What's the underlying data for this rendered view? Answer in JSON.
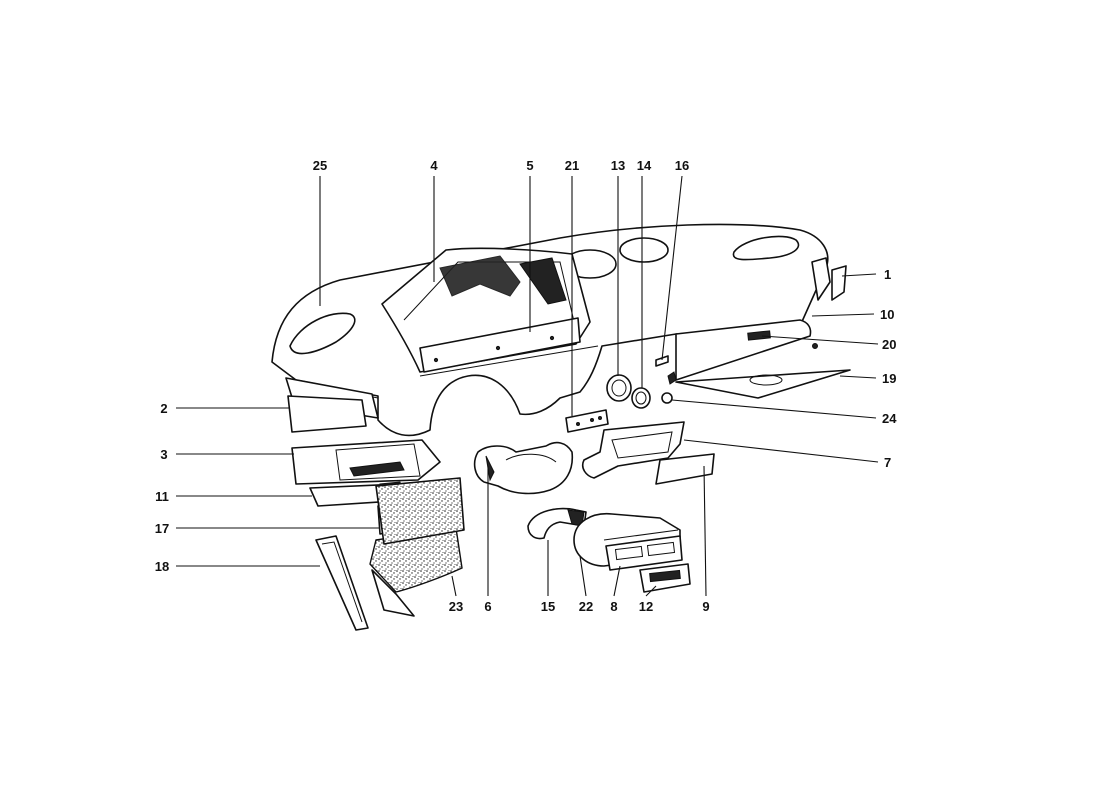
{
  "diagram": {
    "callouts": [
      {
        "id": "25",
        "text": "25"
      },
      {
        "id": "4",
        "text": "4"
      },
      {
        "id": "5",
        "text": "5"
      },
      {
        "id": "21",
        "text": "21"
      },
      {
        "id": "13",
        "text": "13"
      },
      {
        "id": "14",
        "text": "14"
      },
      {
        "id": "16",
        "text": "16"
      },
      {
        "id": "1",
        "text": "1"
      },
      {
        "id": "10",
        "text": "10"
      },
      {
        "id": "20",
        "text": "20"
      },
      {
        "id": "19",
        "text": "19"
      },
      {
        "id": "24",
        "text": "24"
      },
      {
        "id": "7",
        "text": "7"
      },
      {
        "id": "9",
        "text": "9"
      },
      {
        "id": "12",
        "text": "12"
      },
      {
        "id": "8",
        "text": "8"
      },
      {
        "id": "22",
        "text": "22"
      },
      {
        "id": "15",
        "text": "15"
      },
      {
        "id": "6",
        "text": "6"
      },
      {
        "id": "23",
        "text": "23"
      },
      {
        "id": "2",
        "text": "2"
      },
      {
        "id": "3",
        "text": "3"
      },
      {
        "id": "11",
        "text": "11"
      },
      {
        "id": "17",
        "text": "17"
      },
      {
        "id": "18",
        "text": "18"
      }
    ]
  }
}
